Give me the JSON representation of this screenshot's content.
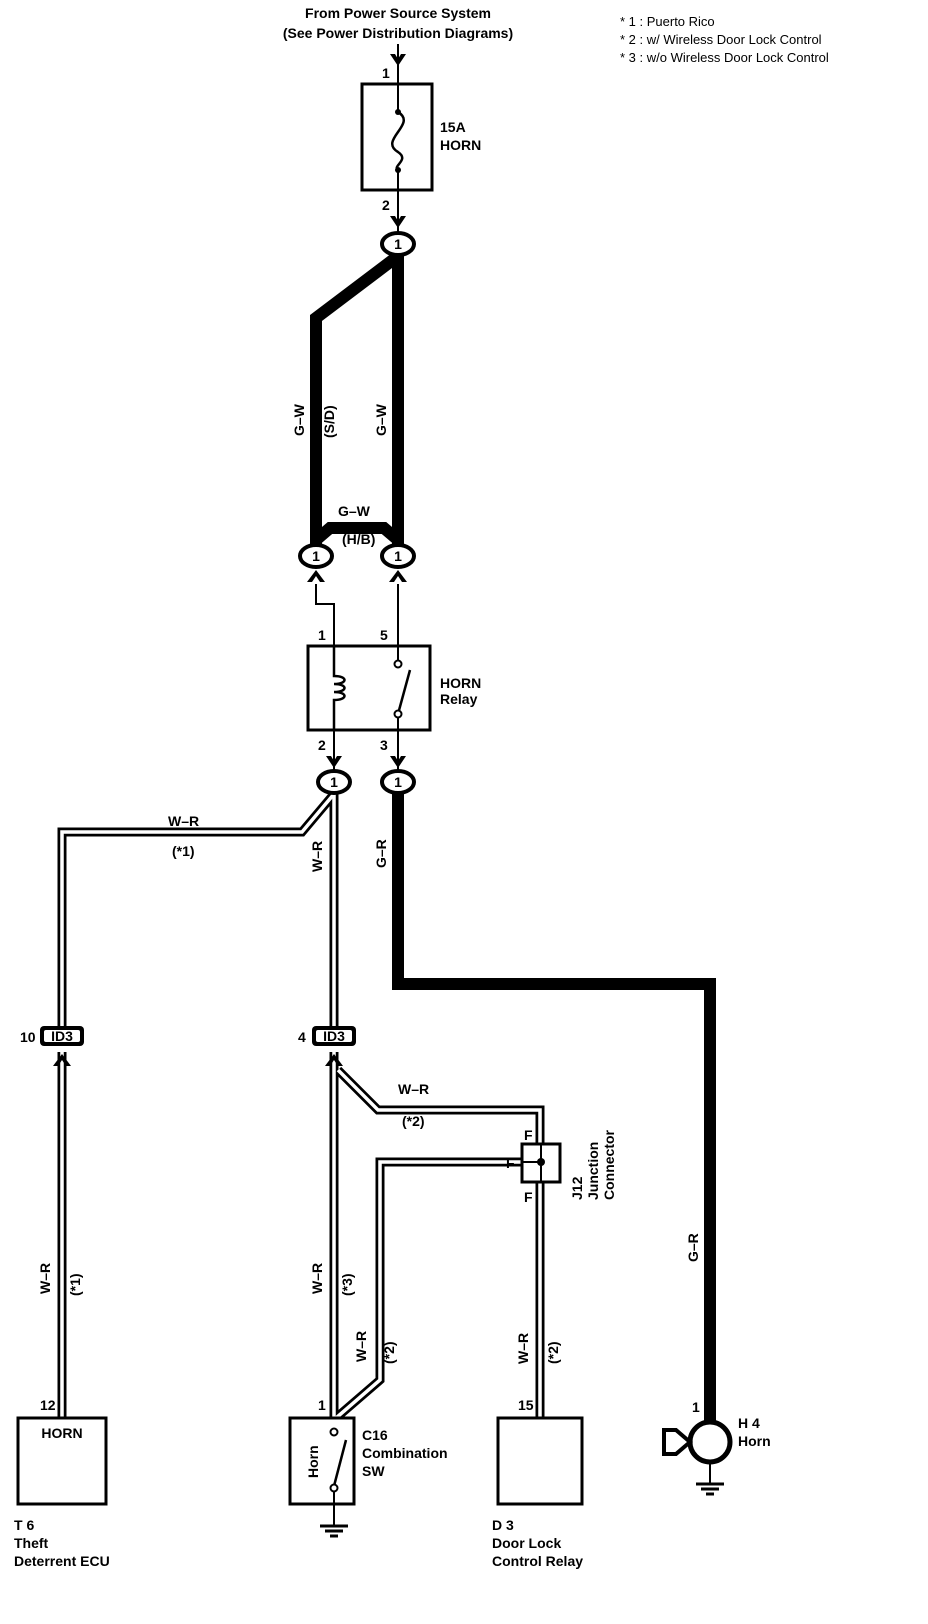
{
  "source": {
    "line1": "From Power Source System",
    "line2": "(See Power Distribution Diagrams)"
  },
  "notes": [
    "* 1 : Puerto Rico",
    "* 2 : w/ Wireless Door Lock Control",
    "* 3 : w/o Wireless Door Lock Control"
  ],
  "fuse": {
    "rating": "15A",
    "name": "HORN",
    "pin_in": "1",
    "pin_out": "2"
  },
  "junction_mark": "1",
  "wires": {
    "gw": "G–W",
    "sd": "(S/D)",
    "hb": "(H/B)",
    "wr": "W–R",
    "gr": "G–R",
    "n1": "(*1)",
    "n2": "(*2)",
    "n3": "(*3)"
  },
  "relay": {
    "name_line1": "HORN",
    "name_line2": "Relay",
    "pin1": "1",
    "pin2": "2",
    "pin3": "3",
    "pin5": "5"
  },
  "connectors": {
    "id3_label": "ID3",
    "id3_left_pin": "10",
    "id3_mid_pin": "4"
  },
  "junction_connector": {
    "code": "J12",
    "line1": "Junction",
    "line2": "Connector",
    "pin": "F"
  },
  "components": {
    "t6": {
      "code": "T 6",
      "line1": "Theft",
      "line2": "Deterrent ECU",
      "inner": "HORN",
      "pin": "12"
    },
    "c16": {
      "code": "C16",
      "line1": "Combination",
      "line2": "SW",
      "inner": "Horn",
      "pin": "1"
    },
    "d3": {
      "code": "D 3",
      "line1": "Door Lock",
      "line2": "Control Relay",
      "pin": "15"
    },
    "h4": {
      "code": "H 4",
      "line1": "Horn",
      "pin": "1"
    }
  }
}
